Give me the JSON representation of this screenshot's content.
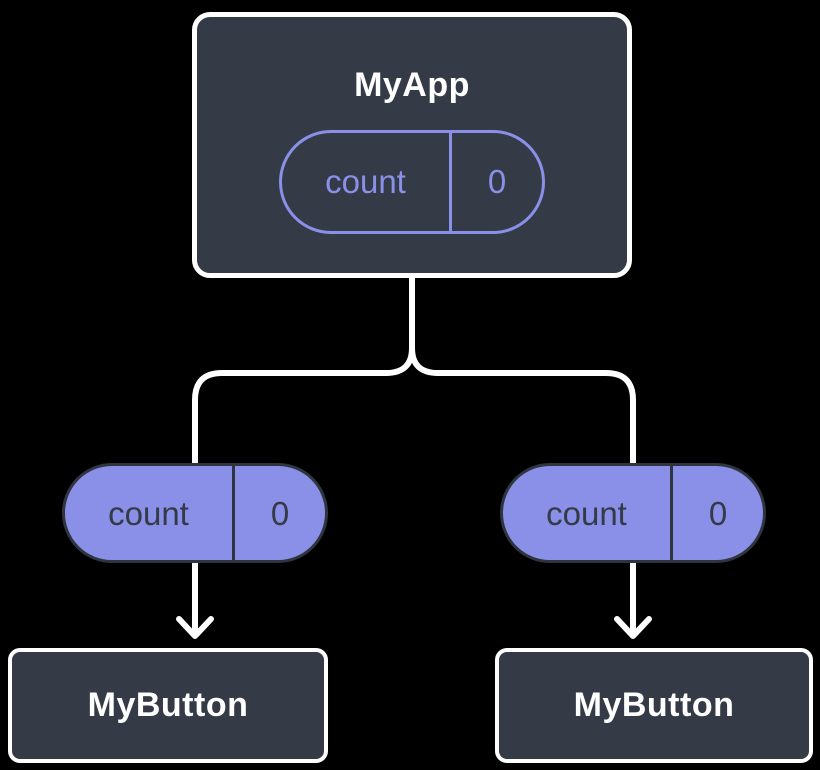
{
  "diagram": {
    "colors": {
      "background": "#000000",
      "node_fill": "#343a46",
      "node_border": "#ffffff",
      "node_title": "#ffffff",
      "accent": "#8a90e8",
      "pill_border": "#2f353f",
      "pill_dark_text": "#343a46",
      "connector": "#ffffff"
    },
    "root": {
      "title": "MyApp",
      "state": {
        "name": "count",
        "value": "0"
      }
    },
    "children": [
      {
        "title": "MyButton",
        "prop": {
          "name": "count",
          "value": "0"
        }
      },
      {
        "title": "MyButton",
        "prop": {
          "name": "count",
          "value": "0"
        }
      }
    ]
  }
}
